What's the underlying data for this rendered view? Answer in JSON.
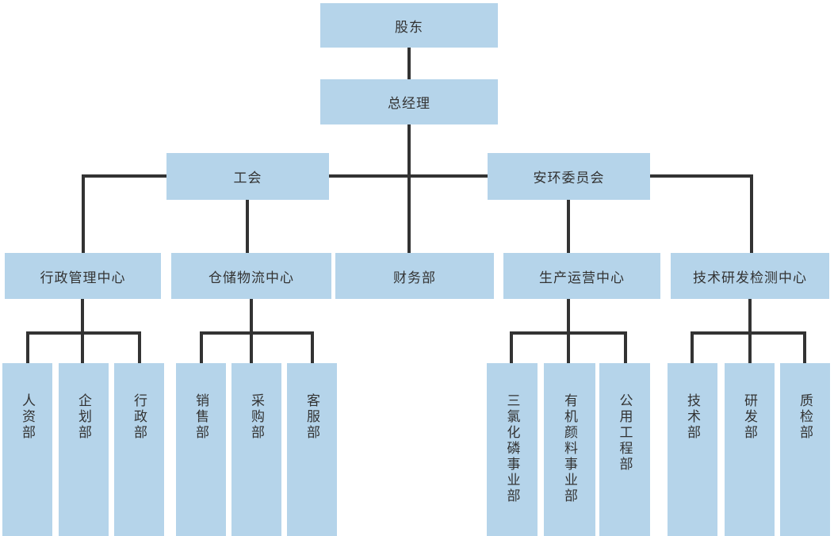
{
  "diagram_type": "org-chart",
  "colors": {
    "background": "#ffffff",
    "box_fill": "#b5d4ea",
    "line_color": "#333333",
    "text_color": "#333333"
  },
  "nodes": {
    "shareholders": "股东",
    "general_manager": "总经理",
    "labor_union": "工会",
    "safety_env_committee": "安环委员会",
    "admin_mgmt_center": "行政管理中心",
    "warehouse_logistics_center": "仓储物流中心",
    "finance_dept": "财务部",
    "production_ops_center": "生产运营中心",
    "tech_rd_testing_center": "技术研发检测中心",
    "hr_dept": "人资部",
    "planning_dept": "企划部",
    "admin_dept": "行政部",
    "sales_dept": "销售部",
    "purchasing_dept": "采购部",
    "customer_service_dept": "客服部",
    "phosphorus_trichloride_bu": "三氯化磷事业部",
    "organic_pigment_bu": "有机颜料事业部",
    "public_engineering_dept": "公用工程部",
    "technology_dept": "技术部",
    "rd_dept": "研发部",
    "quality_inspection_dept": "质检部"
  },
  "edges": [
    [
      "shareholders",
      "general_manager"
    ],
    [
      "general_manager",
      "labor_union"
    ],
    [
      "general_manager",
      "safety_env_committee"
    ],
    [
      "general_manager",
      "admin_mgmt_center"
    ],
    [
      "general_manager",
      "finance_dept"
    ],
    [
      "general_manager",
      "tech_rd_testing_center"
    ],
    [
      "labor_union",
      "warehouse_logistics_center"
    ],
    [
      "safety_env_committee",
      "production_ops_center"
    ],
    [
      "admin_mgmt_center",
      "hr_dept"
    ],
    [
      "admin_mgmt_center",
      "planning_dept"
    ],
    [
      "admin_mgmt_center",
      "admin_dept"
    ],
    [
      "warehouse_logistics_center",
      "sales_dept"
    ],
    [
      "warehouse_logistics_center",
      "purchasing_dept"
    ],
    [
      "warehouse_logistics_center",
      "customer_service_dept"
    ],
    [
      "production_ops_center",
      "phosphorus_trichloride_bu"
    ],
    [
      "production_ops_center",
      "organic_pigment_bu"
    ],
    [
      "production_ops_center",
      "public_engineering_dept"
    ],
    [
      "tech_rd_testing_center",
      "technology_dept"
    ],
    [
      "tech_rd_testing_center",
      "rd_dept"
    ],
    [
      "tech_rd_testing_center",
      "quality_inspection_dept"
    ]
  ]
}
